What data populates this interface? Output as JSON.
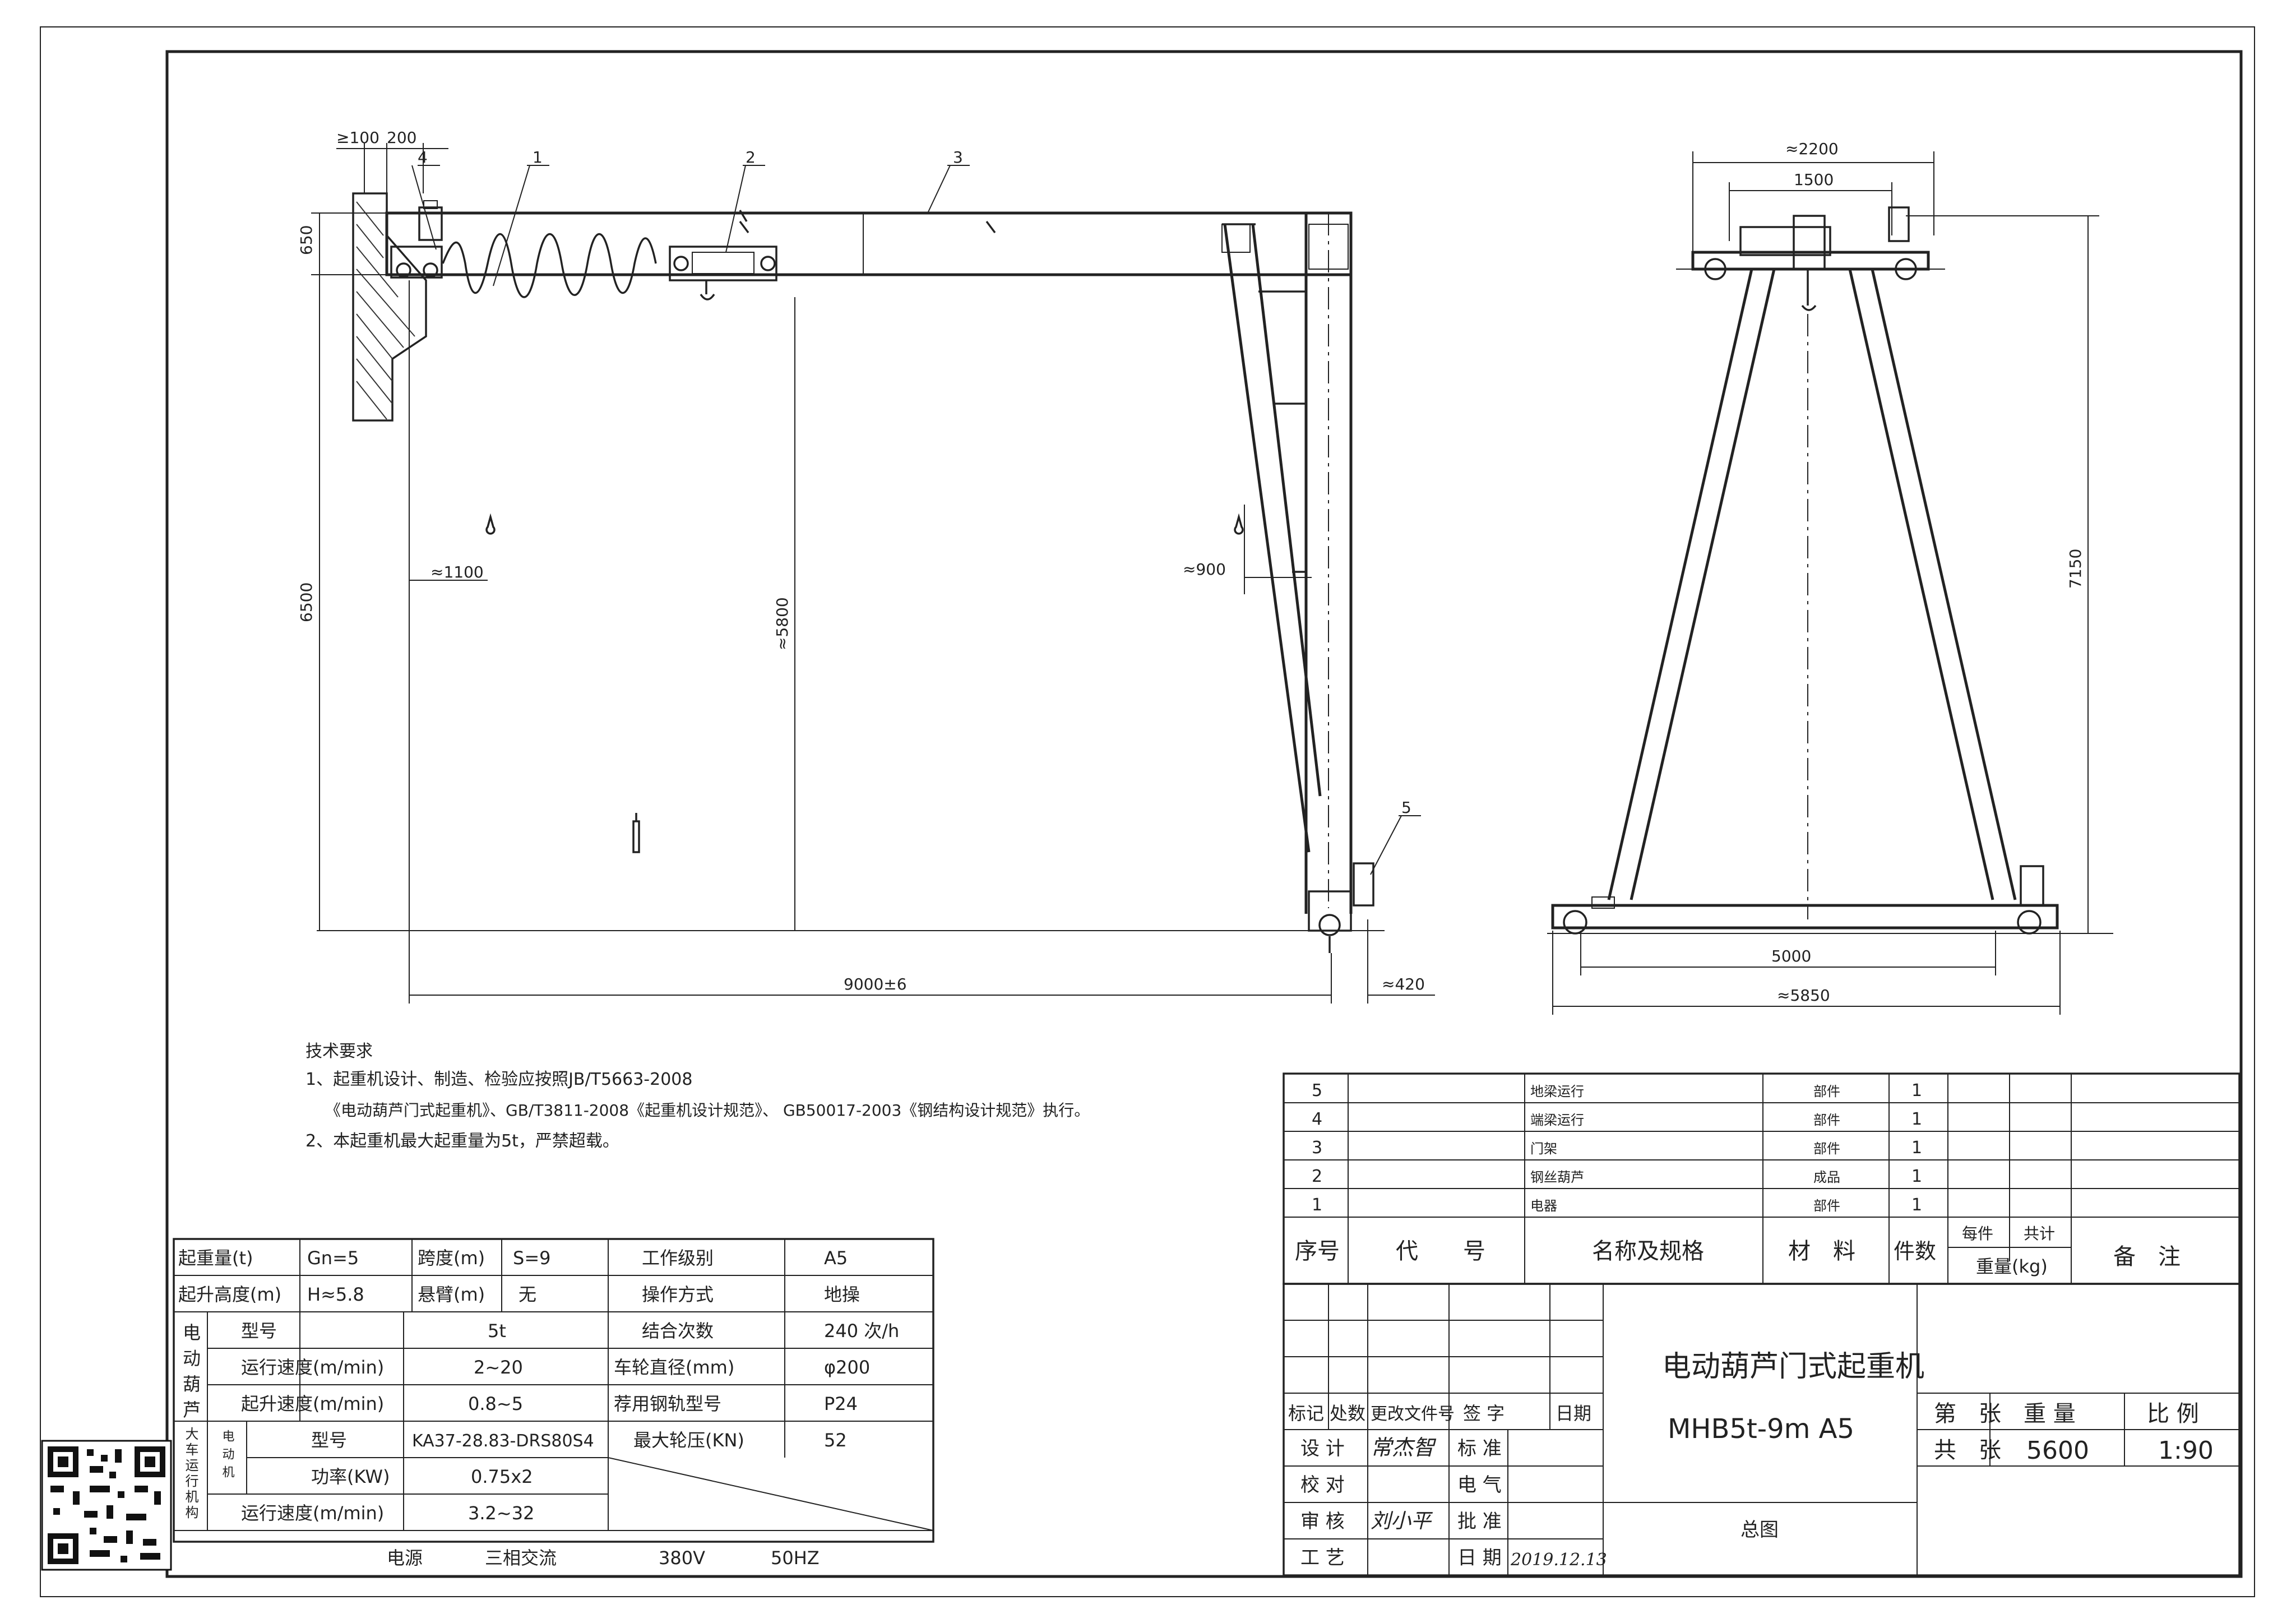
{
  "title_block": {
    "product_name": "电动葫芦门式起重机",
    "model": "MHB5t-9m  A5",
    "drawing_name": "总图",
    "sheet_label": "第　张",
    "total_label": "共　张",
    "weight_label": "重 量",
    "weight_value": "5600",
    "scale_label": "比 例",
    "scale_value": "1:90",
    "rev_headers": [
      "标记",
      "处数",
      "更改文件号",
      "签 字",
      "日期"
    ],
    "sign_rows": [
      {
        "left": "设 计",
        "sig": "常杰智",
        "right": "标 准"
      },
      {
        "left": "校 对",
        "sig": "",
        "right": "电 气"
      },
      {
        "left": "审 核",
        "sig": "刘小平",
        "right": "批 准"
      },
      {
        "left": "工 艺",
        "sig": "",
        "right": "日 期"
      }
    ],
    "date_sig": "2019.12.13"
  },
  "bom": {
    "rows": [
      {
        "no": "5",
        "name": "地梁运行",
        "material": "部件",
        "qty": "1"
      },
      {
        "no": "4",
        "name": "端梁运行",
        "material": "部件",
        "qty": "1"
      },
      {
        "no": "3",
        "name": "门架",
        "material": "部件",
        "qty": "1"
      },
      {
        "no": "2",
        "name": "钢丝葫芦",
        "material": "成品",
        "qty": "1"
      },
      {
        "no": "1",
        "name": "电器",
        "material": "部件",
        "qty": "1"
      }
    ],
    "headers": {
      "no": "序号",
      "code": "代　　号",
      "name": "名称及规格",
      "material": "材　料",
      "qty": "件数",
      "each": "每件",
      "total": "共计",
      "weight": "重量(kg)",
      "remark": "备　注"
    }
  },
  "tech_requirements": {
    "heading": "技术要求",
    "line1": "1、起重机设计、制造、检验应按照JB/T5663-2008",
    "line2": "《电动葫芦门式起重机》、GB/T3811-2008《起重机设计规范》、 GB50017-2003《钢结构设计规范》执行。",
    "line3": "2、本起重机最大起重量为5t，严禁超载。"
  },
  "params": {
    "r1": [
      "起重量(t)",
      "Gn=5",
      "跨度(m)",
      "S=9",
      "工作级别",
      "A5"
    ],
    "r2": [
      "起升高度(m)",
      "H≈5.8",
      "悬臂(m)",
      "无",
      "操作方式",
      "地操"
    ],
    "hoist_group": "电动葫芦",
    "hoist_rows": [
      [
        "型号",
        "5t",
        "结合次数",
        "240 次/h"
      ],
      [
        "运行速度(m/min)",
        "2~20",
        "车轮直径(mm)",
        "φ200"
      ],
      [
        "起升速度(m/min)",
        "0.8~5",
        "荐用钢轨型号",
        "P24"
      ]
    ],
    "travel_group": "大车运行机构",
    "motor_group": "电动机",
    "travel_rows": [
      [
        "型号",
        "KA37-28.83-DRS80S4",
        "最大轮压(KN)",
        "52"
      ],
      [
        "功率(KW)",
        "0.75x2"
      ],
      [
        "运行速度(m/min)",
        "3.2~32"
      ]
    ],
    "power": [
      "电源",
      "三相交流",
      "380V",
      "50HZ"
    ]
  },
  "dims": {
    "d_ge100": "≥100",
    "d_200": "200",
    "d_650": "650",
    "d_6500": "6500",
    "d_1100": "≈1100",
    "d_5800": "≈5800",
    "d_900": "≈900",
    "d_9000": "9000±6",
    "d_420": "≈420",
    "d_2200": "≈2200",
    "d_1500": "1500",
    "d_7150": "7150",
    "d_5000": "5000",
    "d_5850": "≈5850"
  },
  "balloons": [
    "1",
    "2",
    "3",
    "4",
    "5"
  ]
}
